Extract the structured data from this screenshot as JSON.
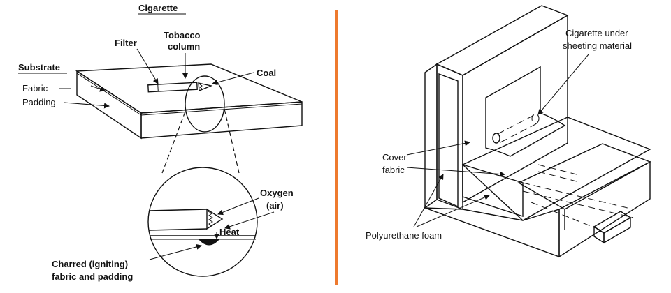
{
  "left_panel": {
    "labels": {
      "cigarette": "Cigarette",
      "filter": "Filter",
      "tobacco": "Tobacco",
      "column": "column",
      "coal": "Coal",
      "substrate": "Substrate",
      "fabric": "Fabric",
      "padding": "Padding",
      "oxygen": "Oxygen",
      "air": "(air)",
      "heat": "Heat",
      "charred1": "Charred (igniting)",
      "charred2": "fabric and padding"
    }
  },
  "right_panel": {
    "labels": {
      "cig_under1": "Cigarette under",
      "cig_under2": "sheeting material",
      "cover1": "Cover",
      "cover2": "fabric",
      "foam": "Polyurethane foam"
    }
  },
  "colors": {
    "divider": "#ee7a2f",
    "ink": "#111111",
    "char": "#111111"
  }
}
